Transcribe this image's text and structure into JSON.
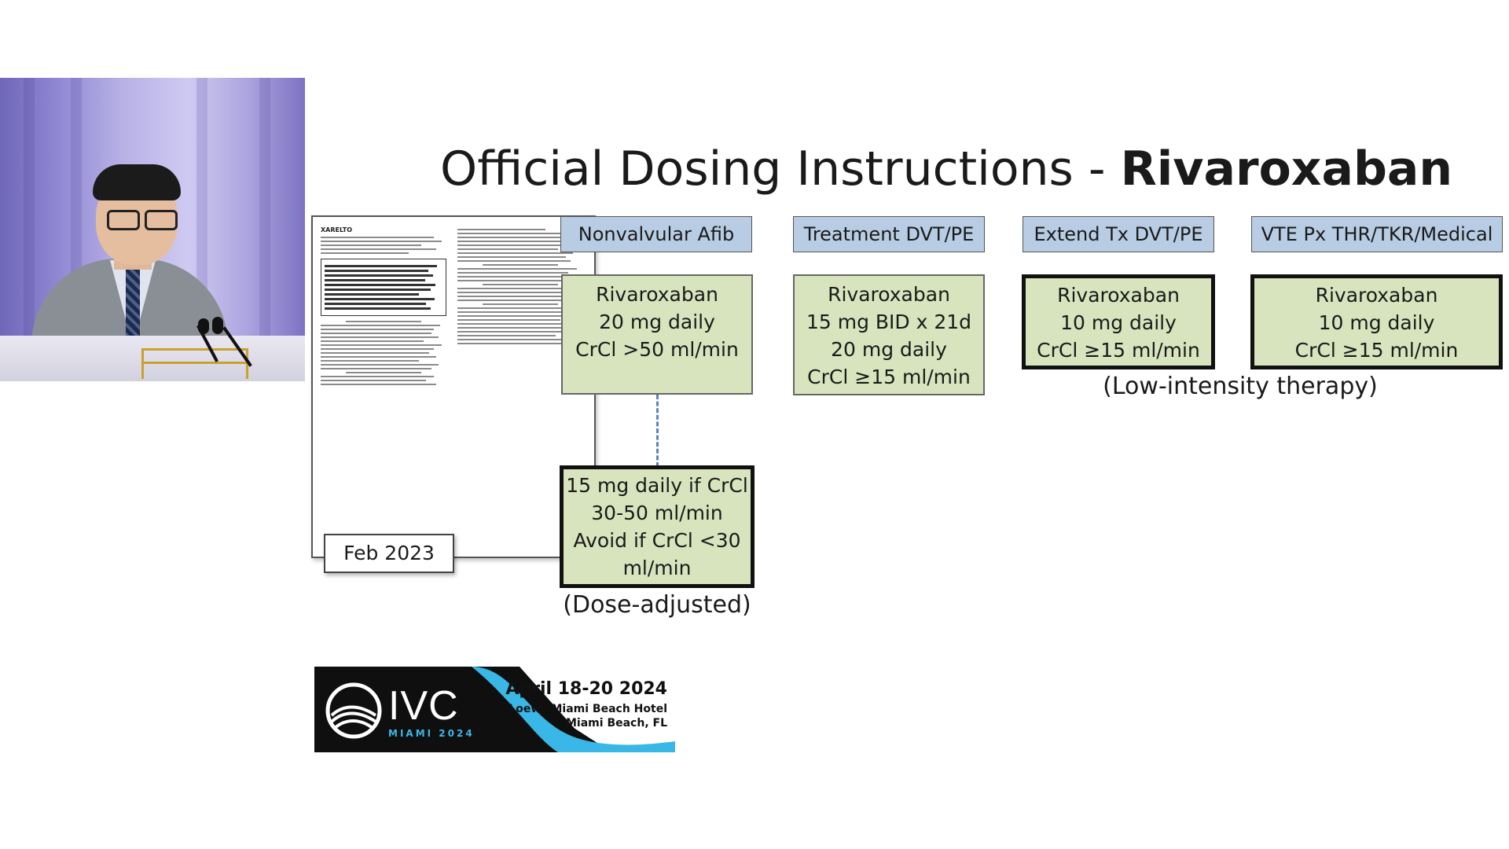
{
  "slide": {
    "title_prefix": "Official Dosing Instructions - ",
    "title_drug": "Rivaroxaban",
    "doc_date": "Feb 2023",
    "doc_brand": "XARELTO",
    "columns": [
      {
        "header": "Nonvalvular Afib",
        "lines": [
          "Rivaroxaban",
          "20 mg daily",
          "CrCl >50 ml/min"
        ]
      },
      {
        "header": "Treatment DVT/PE",
        "lines": [
          "Rivaroxaban",
          "15 mg BID x 21d",
          "20 mg daily",
          "CrCl ≥15 ml/min"
        ]
      },
      {
        "header": "Extend Tx DVT/PE",
        "lines": [
          "Rivaroxaban",
          "10 mg daily",
          "CrCl ≥15 ml/min"
        ]
      },
      {
        "header": "VTE Px THR/TKR/Medical",
        "lines": [
          "Rivaroxaban",
          "10 mg daily",
          "CrCl ≥15 ml/min"
        ]
      }
    ],
    "adjusted_box": {
      "lines": [
        "15 mg daily if CrCl",
        "30-50 ml/min",
        "Avoid if CrCl <30",
        "ml/min"
      ]
    },
    "note_dose_adjusted": "(Dose-adjusted)",
    "note_low_intensity": "(Low-intensity therapy)"
  },
  "banner": {
    "wordmark": "IVC",
    "sub": "MIAMI 2024",
    "date": "April 18-20  2024",
    "hotel": "Loews Miami Beach Hotel",
    "city": "Miami Beach, FL"
  },
  "colors": {
    "header_bg": "#b8cce4",
    "dose_bg": "#d7e4bd",
    "connector": "#5b83c7",
    "banner_accent": "#39b7e6"
  }
}
